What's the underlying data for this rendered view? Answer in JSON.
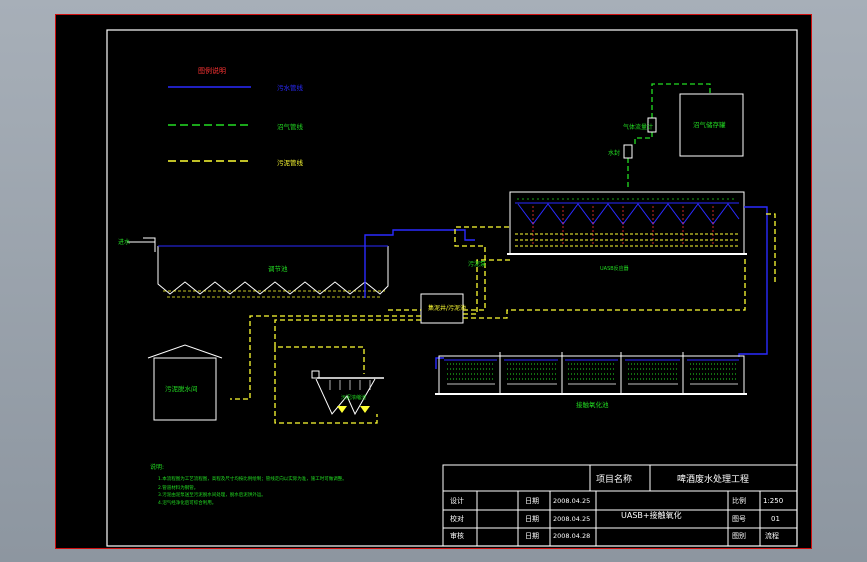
{
  "legend": {
    "title": "图例说明",
    "items": [
      {
        "label": "污水管线",
        "color": "#2a2aff",
        "dash": "solid"
      },
      {
        "label": "沼气管线",
        "color": "#22dd22",
        "dash": "dashed"
      },
      {
        "label": "污泥管线",
        "color": "#ffff33",
        "dash": "dashed"
      }
    ]
  },
  "units": {
    "biogas_tank": "沼气储存罐",
    "gas_meter": "气体流量计",
    "water_seal": "水封",
    "uasb_reactor": "UASB反应器",
    "sludge_pump": "污泥泵",
    "adjust_tank": "调节池",
    "sludge_collect": "集泥井/污泥池",
    "sludge_thickener": "污泥浓缩池",
    "dewater_house": "污泥脱水间",
    "contact_oxidation": "接触氧化池",
    "inlet": "进水"
  },
  "notes": {
    "title": "说明:",
    "lines": [
      "1.本流程图为工艺流程图，高程及尺寸均按比例绘制；管线走向以实际为准，施工时可做调整。",
      "2.管道材料为钢管。",
      "3.污泥由泥泵送至污泥脱水间处理，脱水后泥饼外运。",
      "4.沼气经净化后可综合利用。"
    ]
  },
  "title_block": {
    "project_label": "项目名称",
    "project_name": "啤酒废水处理工程",
    "drawing_name": "UASB+接触氧化",
    "rows": [
      {
        "role": "设计",
        "date_label": "日期",
        "date": "2008.04.25"
      },
      {
        "role": "校对",
        "date_label": "日期",
        "date": "2008.04.25"
      },
      {
        "role": "审核",
        "date_label": "日期",
        "date": "2008.04.28"
      }
    ],
    "scale_label": "比例",
    "scale": "1:250",
    "sheet_label": "图号",
    "sheet": "01",
    "type_label": "图别",
    "type": "流程"
  },
  "colors": {
    "sewage": "#2a2aff",
    "biogas": "#22dd22",
    "sludge": "#ffff33",
    "text_red": "#ff3333",
    "structure": "#ffffff",
    "frame_red": "#d01010"
  }
}
